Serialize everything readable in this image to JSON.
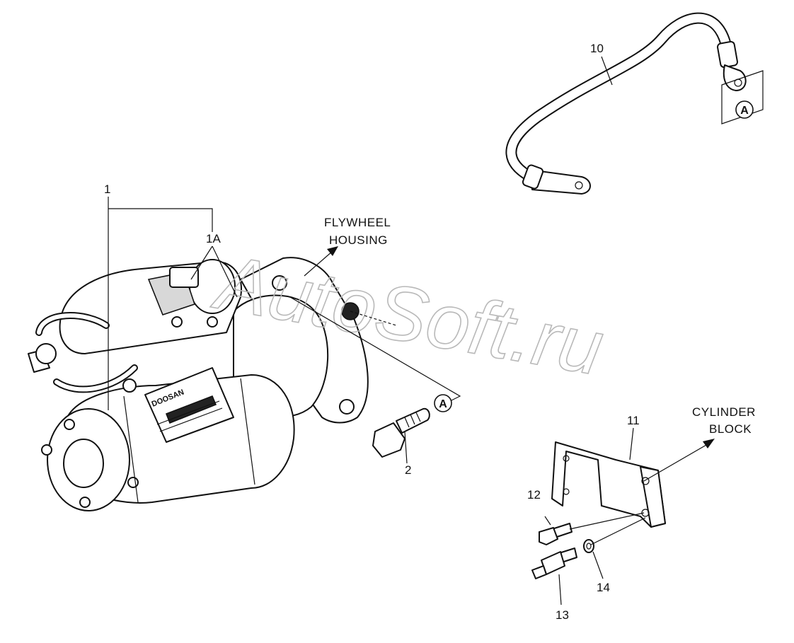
{
  "watermark": "AutoSoft.ru",
  "annotations": {
    "flywheel_housing": [
      "FLYWHEEL",
      "HOUSING"
    ],
    "cylinder_block": [
      "CYLINDER",
      "BLOCK"
    ]
  },
  "callouts": {
    "p1": "1",
    "p1a": "1A",
    "p2": "2",
    "p10": "10",
    "p11": "11",
    "p12": "12",
    "p13": "13",
    "p14": "14",
    "ref_a1": "A",
    "ref_a2": "A"
  },
  "nameplate": {
    "brand": "DOOSAN"
  }
}
